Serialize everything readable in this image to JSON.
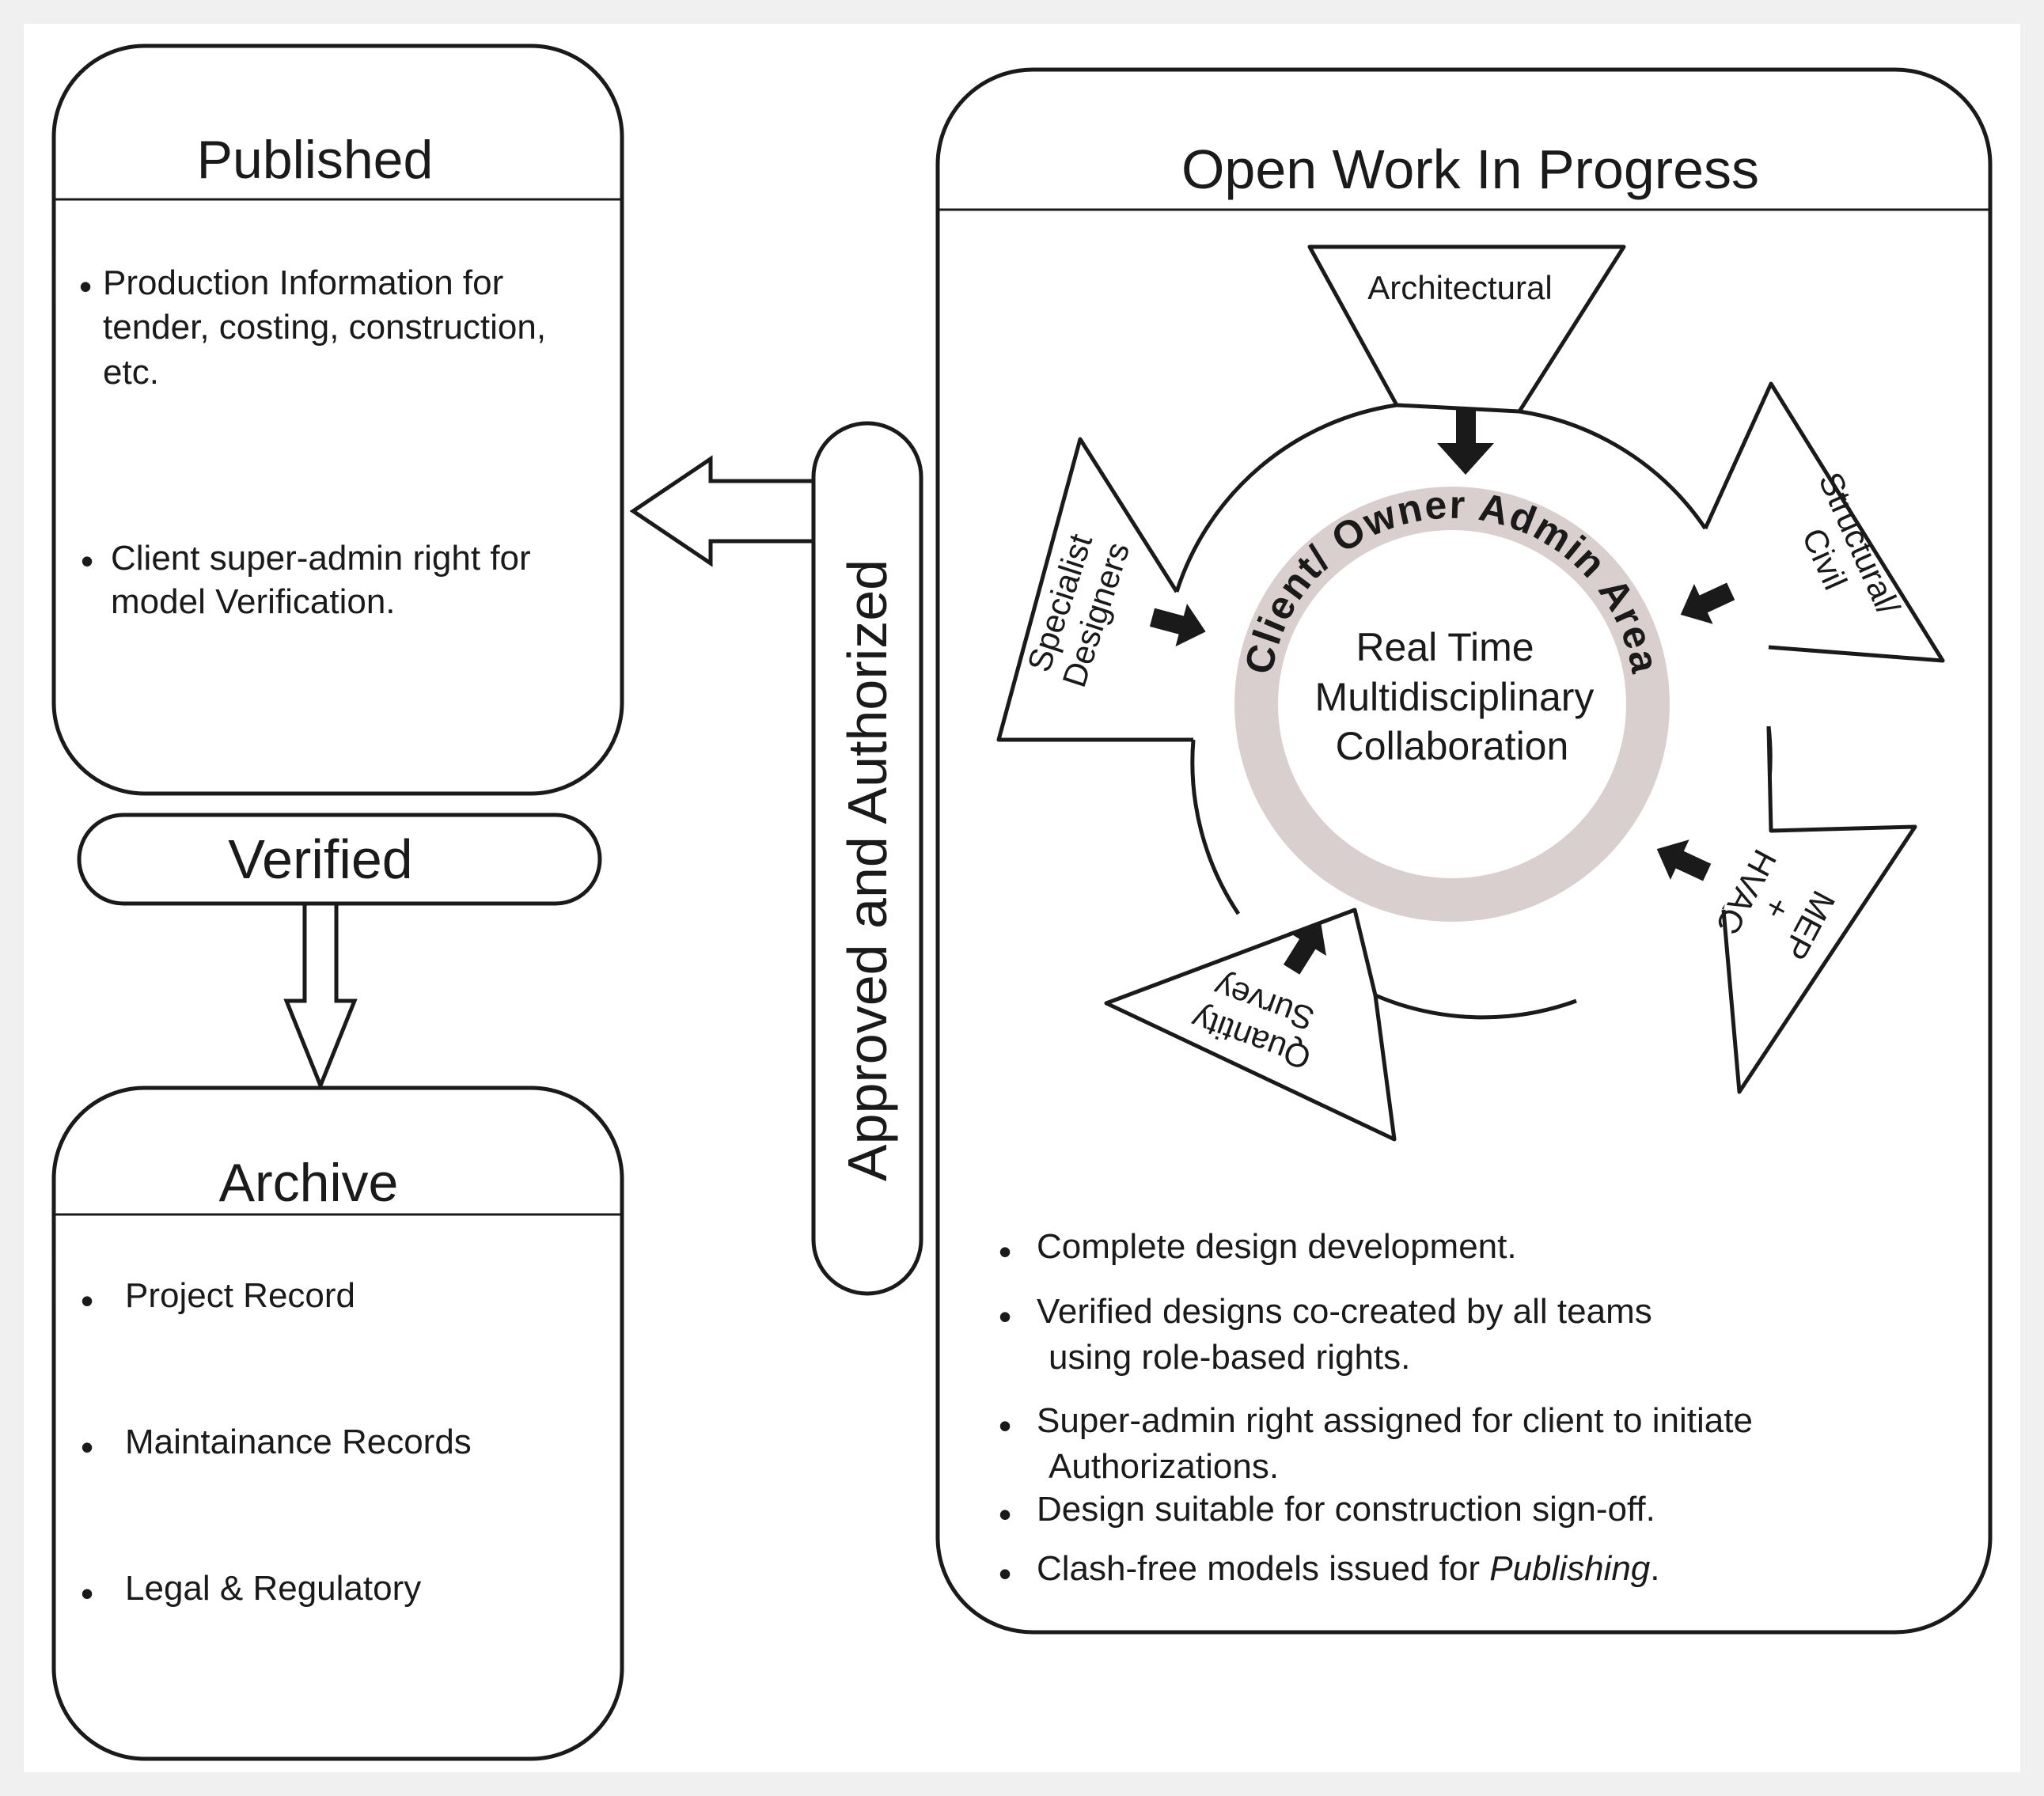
{
  "published": {
    "title": "Published",
    "bullets": [
      [
        "Production Information for",
        "tender, costing, construction,",
        "etc."
      ],
      [
        "Client super-admin right for",
        "model Verification."
      ]
    ]
  },
  "verified": {
    "label": "Verified"
  },
  "archive": {
    "title": "Archive",
    "bullets": [
      "Project Record",
      "Maintainance Records",
      "Legal & Regulatory"
    ]
  },
  "approved": {
    "label": "Approved and Authorized"
  },
  "wip": {
    "title": "Open Work In Progress",
    "center": [
      "Real Time",
      "Multidisciplinary",
      "Collaboration"
    ],
    "ring_label": "Client/ Owner Admin Area",
    "disciplines": {
      "architectural": [
        "Architectural"
      ],
      "structural": [
        "Structural/",
        "Civil"
      ],
      "mep": [
        "MEP",
        "+",
        "HVAC"
      ],
      "quantity": [
        "Quantity",
        "Survey"
      ],
      "specialist": [
        "Specialist",
        "Designers"
      ]
    },
    "bullets": [
      {
        "lines": [
          "Complete design development."
        ]
      },
      {
        "lines": [
          "Verified designs co-created by all teams",
          "using role-based rights."
        ]
      },
      {
        "lines": [
          "Super-admin right assigned for client to initiate",
          "Authorizations."
        ]
      },
      {
        "lines": [
          "Design suitable for construction sign-off."
        ]
      },
      {
        "prefix": "Clash-free models issued for ",
        "emphasis": "Publishing",
        "suffix": "."
      }
    ]
  },
  "colors": {
    "line": "#1a1a1a",
    "ring": "#d9cfcf",
    "frame": "#f0f0f0",
    "background": "#ffffff"
  }
}
